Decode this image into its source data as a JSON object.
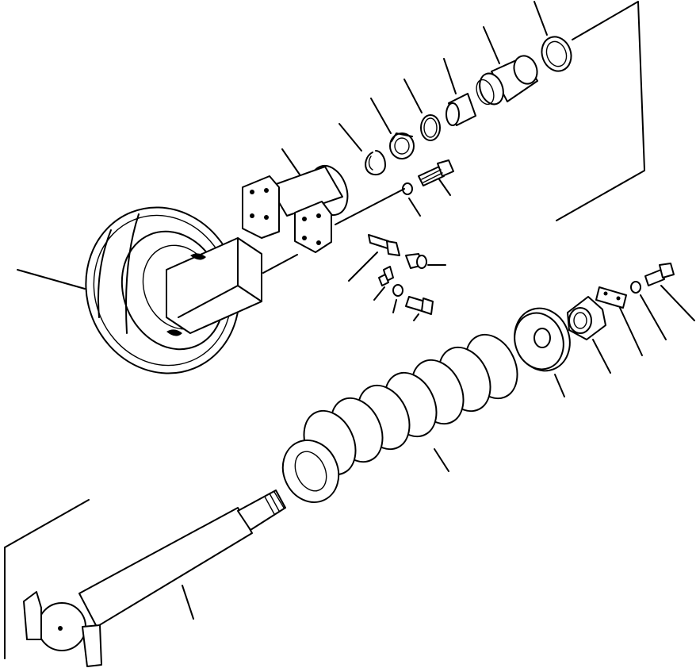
{
  "figure": {
    "kind": "exploded-parts-diagram",
    "line_color": "#000000",
    "background": "#ffffff"
  },
  "parts": [
    {
      "id": "idler-wheel"
    },
    {
      "id": "yoke-bracket"
    },
    {
      "id": "snap-ring"
    },
    {
      "id": "seal-ring"
    },
    {
      "id": "o-ring"
    },
    {
      "id": "bushing"
    },
    {
      "id": "piston-rod-guide"
    },
    {
      "id": "bearing-ring"
    },
    {
      "id": "bolt-upper"
    },
    {
      "id": "washer-upper"
    },
    {
      "id": "grease-fitting"
    },
    {
      "id": "plug-fitting"
    },
    {
      "id": "lock-plate-small"
    },
    {
      "id": "washer-lower"
    },
    {
      "id": "bolt-lower"
    },
    {
      "id": "spring-seat-disc"
    },
    {
      "id": "nut"
    },
    {
      "id": "lock-plate"
    },
    {
      "id": "washer-right"
    },
    {
      "id": "bolt-right"
    },
    {
      "id": "recoil-spring"
    },
    {
      "id": "spring-rod"
    }
  ]
}
